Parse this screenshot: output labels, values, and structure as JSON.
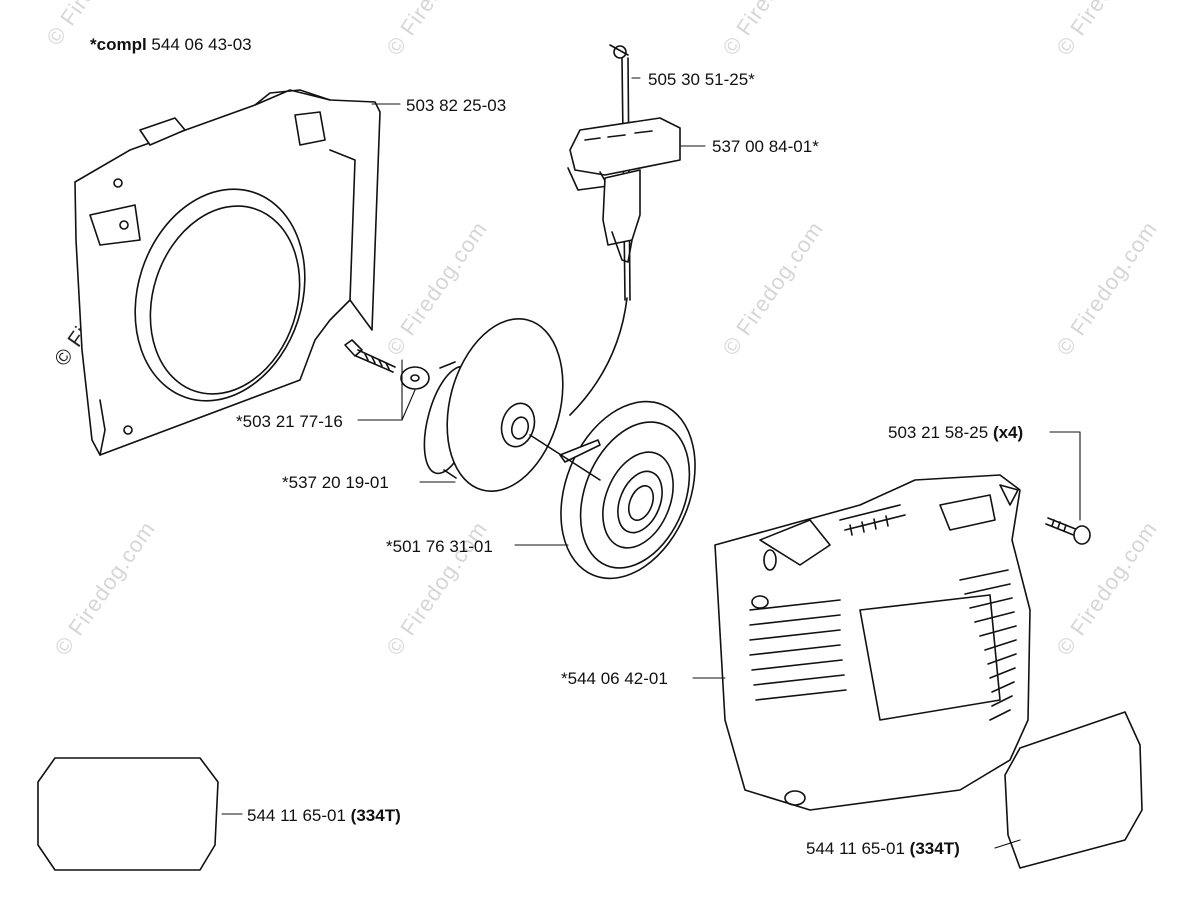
{
  "labels": {
    "compl": {
      "prefix": "*compl",
      "number": "544 06 43-03"
    },
    "rope": "505 30 51-25*",
    "housing": "503 82 25-03",
    "handle": "537 00 84-01*",
    "screw_washer": "*503 21 77-16",
    "pulley": "*537 20 19-01",
    "spring": "*501 76 31-01",
    "screw": {
      "number": "503 21 58-25",
      "qty": "(x4)"
    },
    "cover": "*544 06 42-01",
    "decal_left": {
      "number": "544 11 65-01",
      "model": "(334T)"
    },
    "decal_right": {
      "number": "544 11 65-01",
      "model": "(334T)"
    }
  },
  "watermark": {
    "text": "© Firedog.com"
  },
  "colors": {
    "line": "#111111",
    "watermark": "#d6d6d6"
  }
}
